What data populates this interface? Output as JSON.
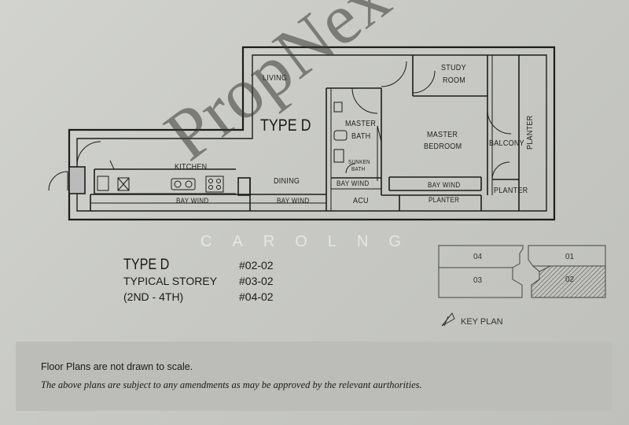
{
  "plan": {
    "type_label": "TYPE D",
    "rooms": {
      "living": "LIVING",
      "study": "STUDY",
      "room": "ROOM",
      "master_bath_1": "MASTER",
      "master_bath_2": "BATH",
      "master_bed_1": "MASTER",
      "master_bed_2": "BEDROOM",
      "balcony": "BALCONY",
      "planter_side": "PLANTER",
      "kitchen": "KITCHEN",
      "dining": "DINING",
      "sunken_1": "SUNKEN",
      "sunken_2": "BATH",
      "bay_wind_bed": "BAY WIND",
      "bay_wind_bath": "BAY WIND",
      "planter_bottom_right": "PLANTER",
      "bay_wind_kitchen": "BAY WIND",
      "bay_wind_dining": "BAY WIND",
      "acu": "ACU",
      "planter_bottom": "PLANTER"
    }
  },
  "unit_info": {
    "title": "TYPE D",
    "storey_line1": "TYPICAL STOREY",
    "storey_line2": "(2ND - 4TH)",
    "units": [
      "#02-02",
      "#03-02",
      "#04-02"
    ]
  },
  "key_plan": {
    "label": "KEY PLAN",
    "units": [
      "04",
      "01",
      "03",
      "02"
    ]
  },
  "watermark": {
    "main": "PropNex",
    "sub": "CAROLNG"
  },
  "footer": {
    "note1": "Floor Plans are not drawn to scale.",
    "note2": "The above plans are subject to any amendments as may be approved by the relevant aurthorities."
  }
}
